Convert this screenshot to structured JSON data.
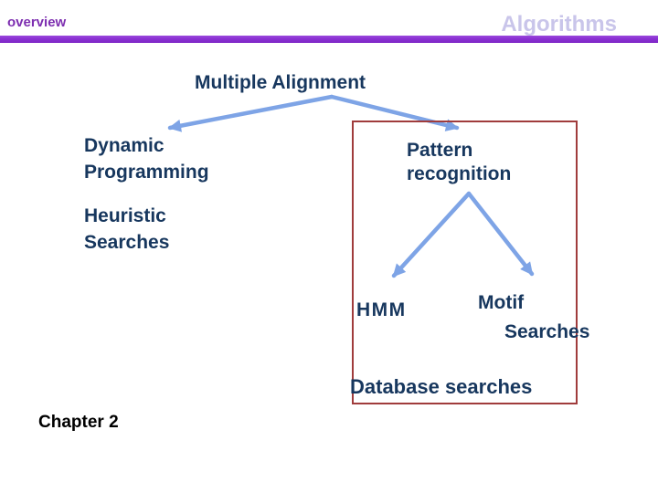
{
  "header": {
    "section": "overview",
    "topic": "Algorithms"
  },
  "slide": {
    "title": "Multiple Alignment"
  },
  "diagram": {
    "dynamic_programming": {
      "line1": "Dynamic",
      "line2": "Programming"
    },
    "heuristic_searches": {
      "line1": "Heuristic",
      "line2": "Searches"
    },
    "pattern_recognition": {
      "line1": "Pattern",
      "line2": "recognition"
    },
    "hmm": {
      "label": "HMM"
    },
    "motif_searches": {
      "line1": "Motif",
      "line2": "Searches"
    },
    "database_searches": {
      "label": "Database searches"
    }
  },
  "footer": {
    "chapter_label": "Chapter 2"
  },
  "colors": {
    "accent_purple": "#8a30d2",
    "header_text": "#7d2eb0",
    "topic_text": "#c9c5ea",
    "navy_text": "#17375e",
    "arrow_blue": "#7ea4e6",
    "box_border": "#a03c3c"
  }
}
